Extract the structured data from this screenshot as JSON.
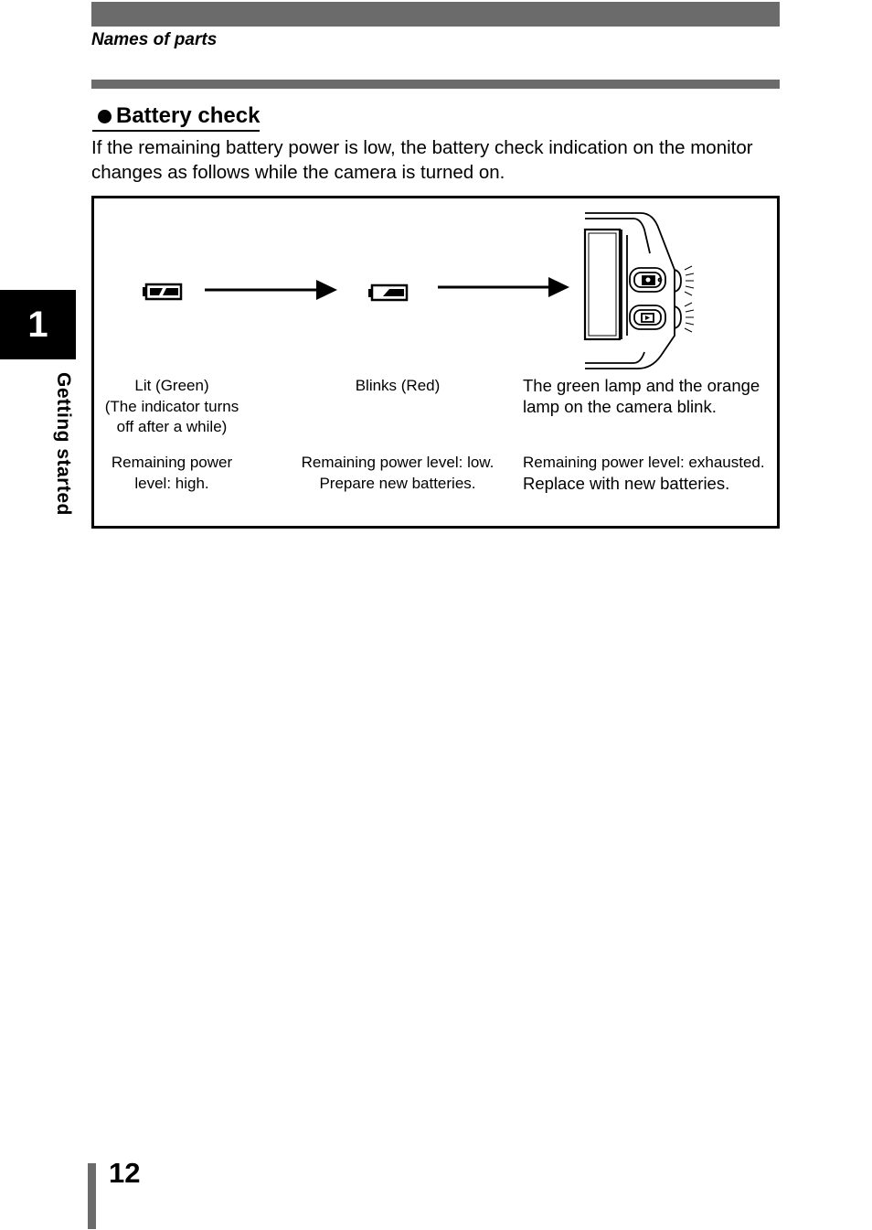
{
  "header": {
    "title": "Names of parts"
  },
  "section": {
    "heading": "Battery check",
    "intro": "If the remaining battery power is low, the battery check indication on the monitor changes as follows while the camera is turned on."
  },
  "diagram": {
    "col1": {
      "icon": "battery-full-icon",
      "state_line1": "Lit (Green)",
      "state_line2": "(The indicator turns",
      "state_line3": "off after a while)",
      "level_line1": "Remaining power",
      "level_line2": "level: high."
    },
    "col2": {
      "icon": "battery-low-icon",
      "state_line1": "Blinks (Red)",
      "level_line1": "Remaining power level: low.",
      "level_line2": "Prepare new batteries."
    },
    "col3": {
      "icon": "camera-back-lamps-icon",
      "state_line1": "The green lamp and the orange",
      "state_line2": "lamp on the camera blink.",
      "level_line1": "Remaining power level: exhausted.",
      "level_line2": "Replace with new batteries."
    }
  },
  "side_tab": {
    "number": "1",
    "label": "Getting started"
  },
  "footer": {
    "page_number": "12"
  },
  "colors": {
    "bar_gray": "#6b6b6b",
    "text": "#000000",
    "background": "#ffffff"
  }
}
